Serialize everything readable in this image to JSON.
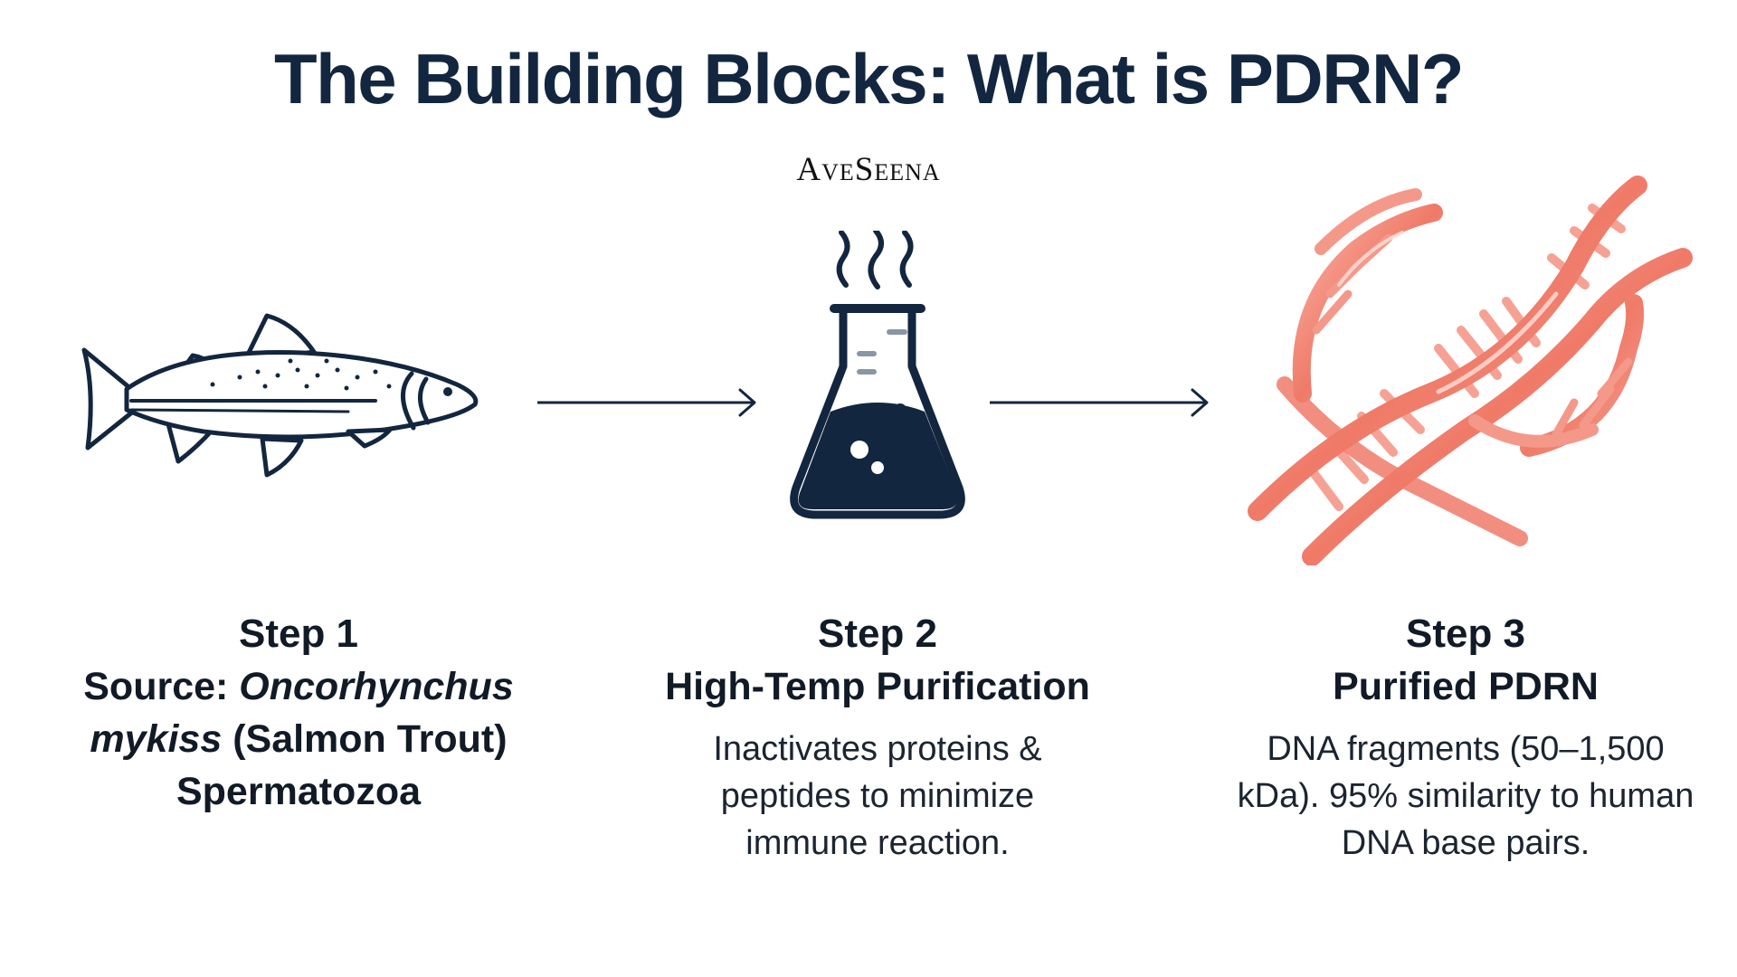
{
  "title": "The Building Blocks: What is PDRN?",
  "brand": "AveSeena",
  "colors": {
    "navy": "#13263f",
    "dna": "#f07a68",
    "dna_light": "#f8b3a6",
    "ink": "#111a26"
  },
  "steps": [
    {
      "label": "Step 1",
      "heading_prefix": "Source: ",
      "heading_italic_1": "Oncorhynchus",
      "heading_italic_2": "mykiss",
      "heading_rest": " (Salmon Trout)",
      "heading_line3": "Spermatozoa",
      "icon": "fish-icon"
    },
    {
      "label": "Step 2",
      "heading": "High-Temp Purification",
      "description_lines": [
        "Inactivates proteins &",
        "peptides to minimize",
        "immune reaction."
      ],
      "icon": "flask-icon"
    },
    {
      "label": "Step 3",
      "heading": "Purified PDRN",
      "description_lines": [
        "DNA fragments (50–1,500",
        "kDa). 95% similarity to human",
        "DNA base pairs."
      ],
      "icon": "dna-helix-icon"
    }
  ]
}
